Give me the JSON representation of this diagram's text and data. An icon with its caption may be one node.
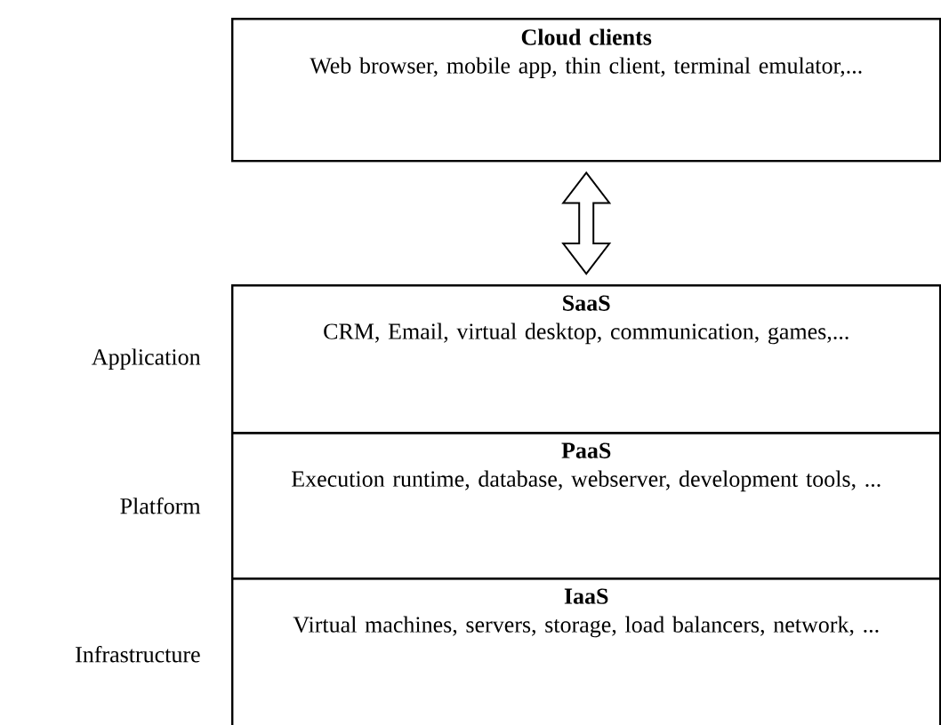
{
  "diagram": {
    "nodes": [
      {
        "text": [
          "Cloud clients",
          "Web browser, mobile app, thin client, terminal emulator,..."
        ]
      },
      {
        "text": [
          "SaaS",
          "CRM, Email, virtual desktop, communication, games,..."
        ],
        "beside": [
          "Application"
        ]
      },
      {
        "text": [
          "PaaS",
          "Execution runtime, database, webserver, development tools, ..."
        ],
        "beside": [
          "Platform"
        ]
      },
      {
        "text": [
          "IaaS",
          "Virtual machines, servers, storage, load balancers, network, ..."
        ],
        "beside": [
          "Infrastructure"
        ]
      }
    ],
    "edges": [
      {
        "from": 0,
        "to": 1,
        "arrow": "both"
      }
    ]
  }
}
